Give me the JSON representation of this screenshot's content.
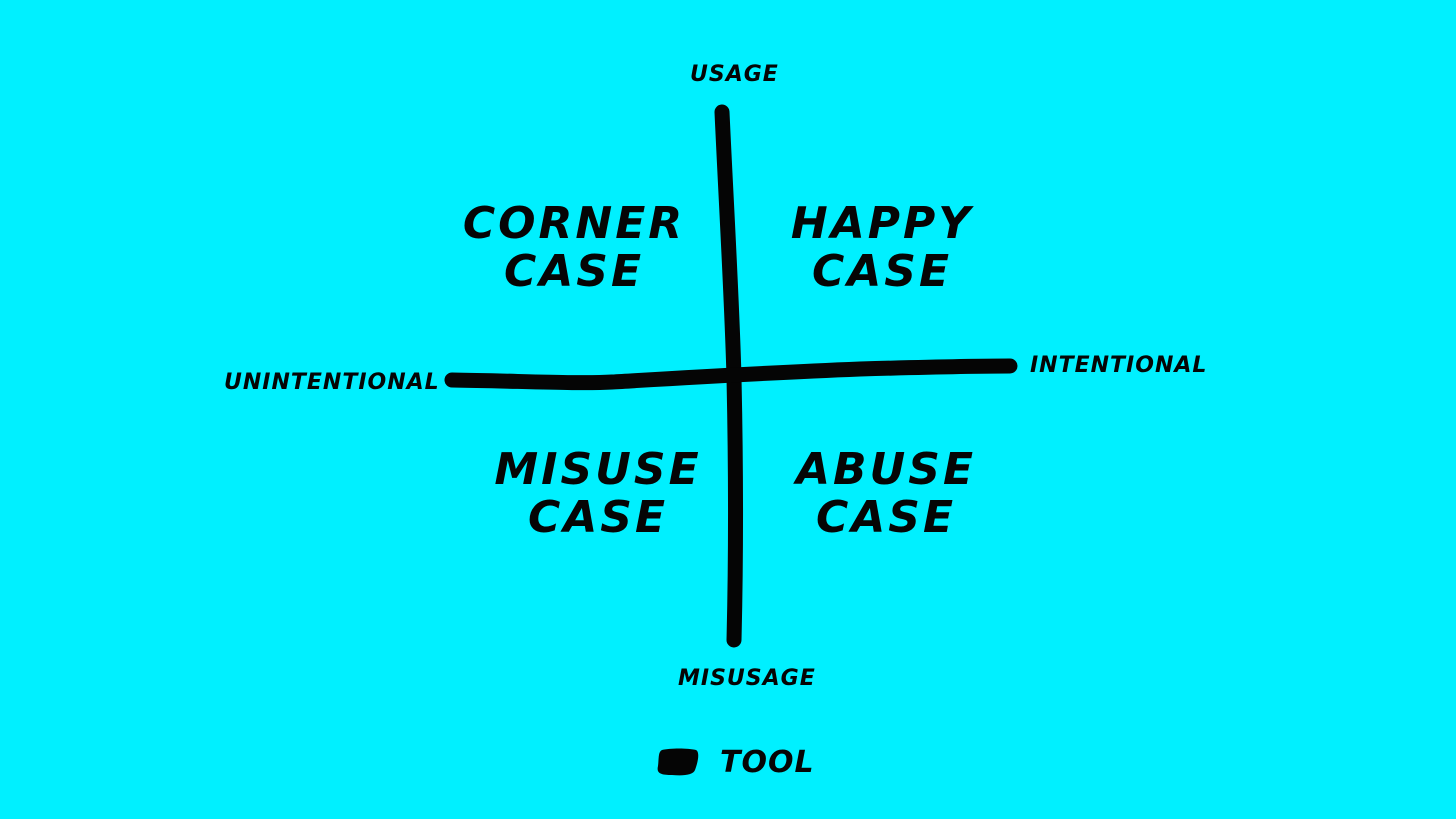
{
  "axes": {
    "top": "USAGE",
    "bottom": "MISUSAGE",
    "left": "UNINTENTIONAL",
    "right": "INTENTIONAL"
  },
  "quadrants": {
    "top_left": {
      "line1": "CORNER",
      "line2": "CASE"
    },
    "top_right": {
      "line1": "HAPPY",
      "line2": "CASE"
    },
    "bottom_left": {
      "line1": "MISUSE",
      "line2": "CASE"
    },
    "bottom_right": {
      "line1": "ABUSE",
      "line2": "CASE"
    }
  },
  "legend": {
    "label": "TOOL",
    "icon": "filled-swatch"
  },
  "colors": {
    "background": "#00F0FF",
    "ink": "#050505"
  }
}
